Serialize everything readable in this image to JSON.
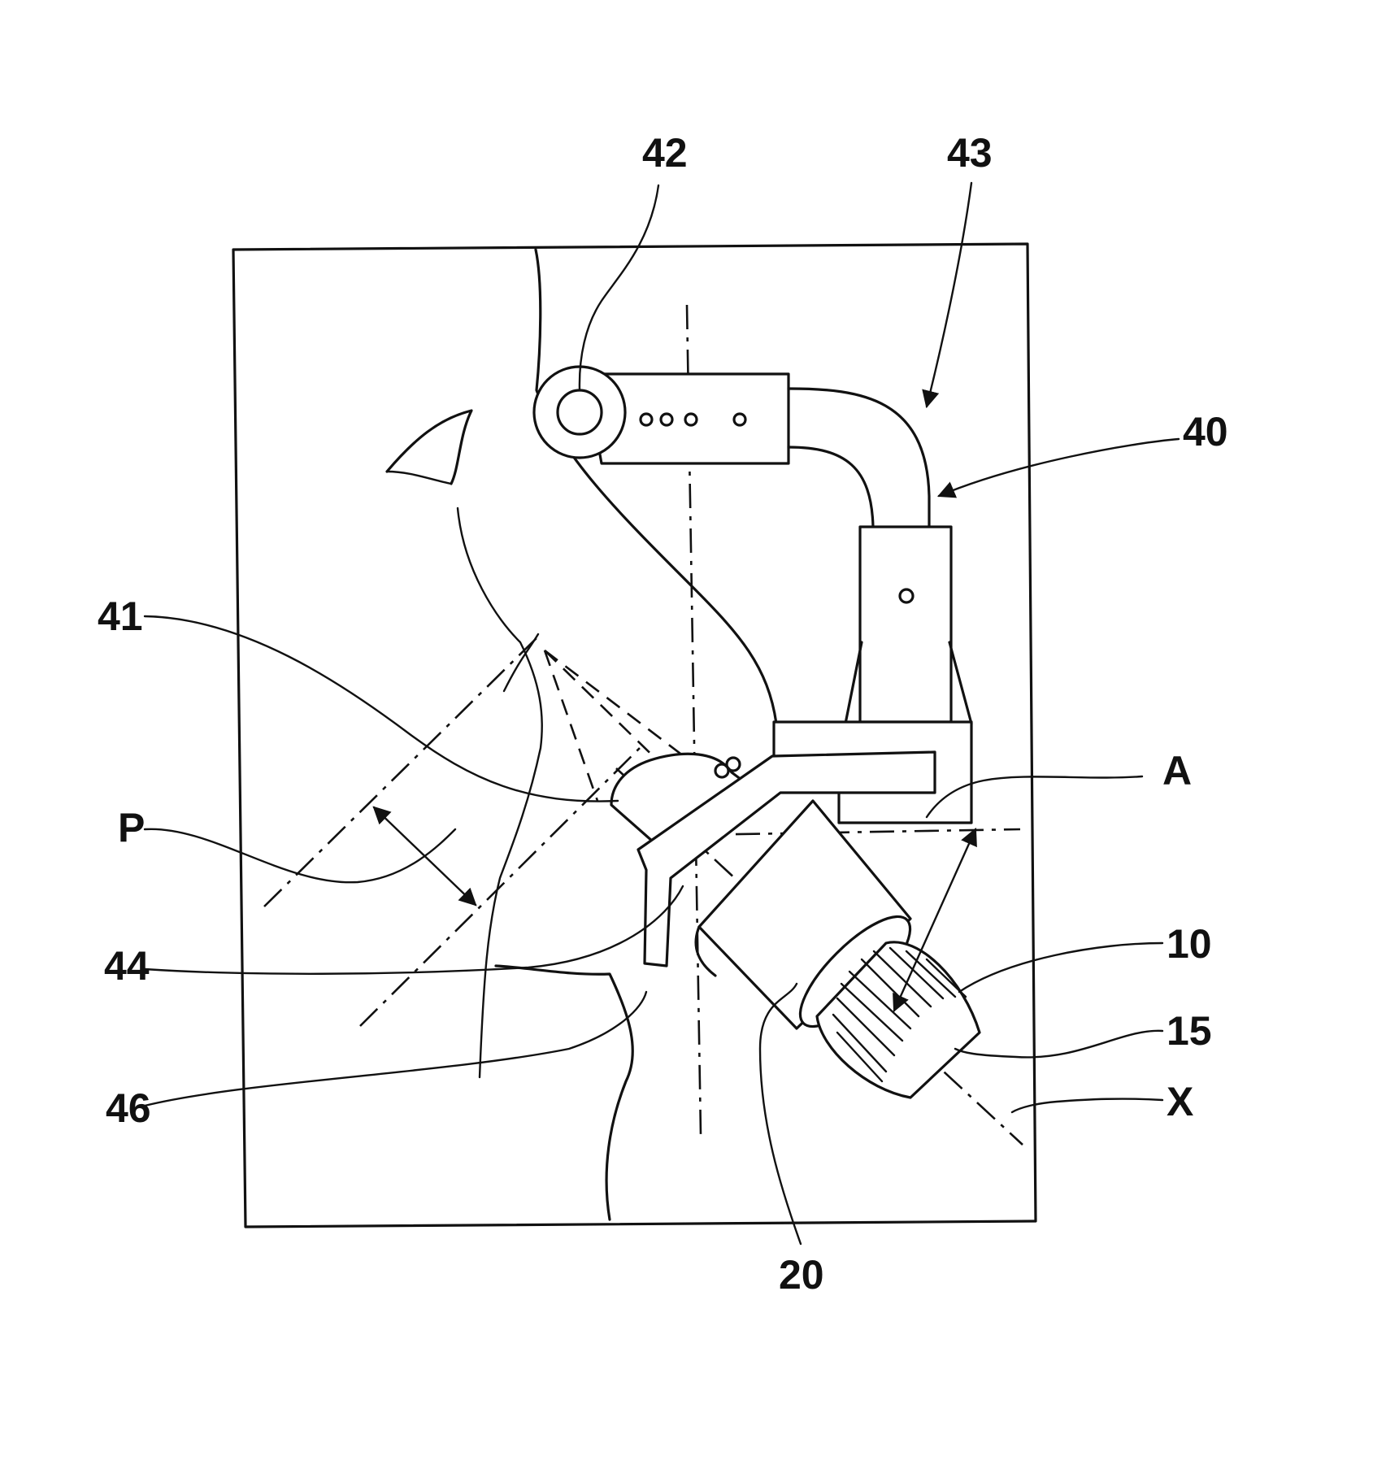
{
  "labels": {
    "n42": "42",
    "n43": "43",
    "n40": "40",
    "n41": "41",
    "nA": "A",
    "nP": "P",
    "n10": "10",
    "n44": "44",
    "n15": "15",
    "n46": "46",
    "nX": "X",
    "n20": "20"
  },
  "colors": {
    "ink": "#111111",
    "paper": "#ffffff"
  }
}
